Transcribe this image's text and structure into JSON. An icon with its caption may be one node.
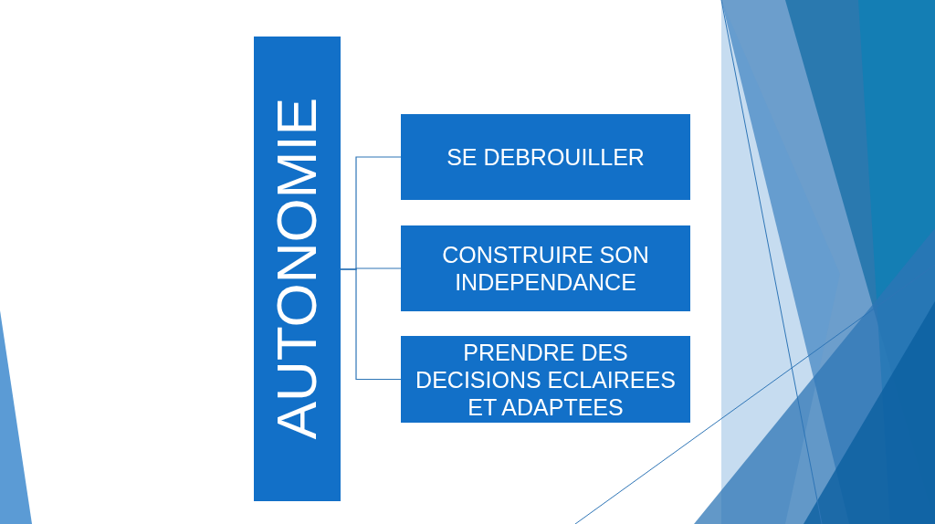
{
  "diagram": {
    "nodes": [
      {
        "text": [
          "AUTONOMIE"
        ]
      },
      {
        "text": [
          "SE DEBROUILLER"
        ]
      },
      {
        "text": [
          "CONSTRUIRE SON INDEPENDANCE"
        ]
      },
      {
        "text": [
          "PRENDRE DES DECISIONS ECLAIREES ET ADAPTEES"
        ]
      }
    ],
    "edges": [
      {
        "from": 0,
        "to": 1,
        "arrow": "none"
      },
      {
        "from": 0,
        "to": 2,
        "arrow": "none"
      },
      {
        "from": 0,
        "to": 3,
        "arrow": "none"
      }
    ]
  }
}
